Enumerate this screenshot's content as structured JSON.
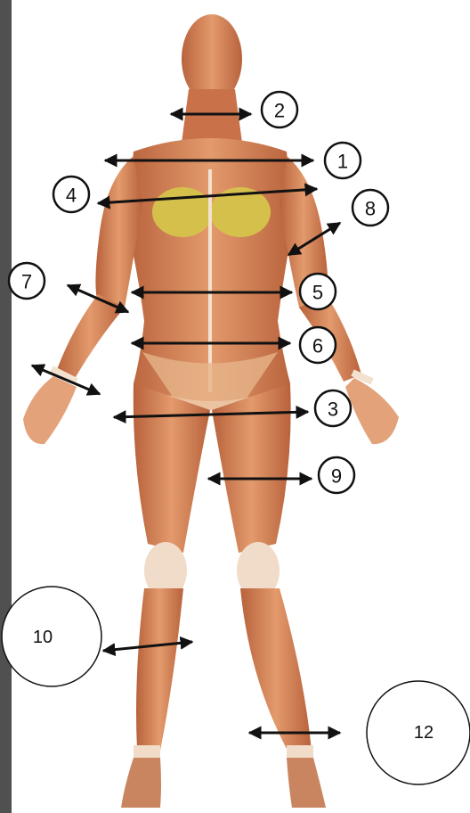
{
  "diagram": {
    "colors": {
      "skin": "#d98a5e",
      "skin_dark": "#b5603a",
      "tendon": "#f2e2cf",
      "chest": "#d8c34a",
      "arrow": "#111111",
      "edge_bar": "#505050"
    },
    "labels": {
      "l1": "1",
      "l2": "2",
      "l3": "3",
      "l4": "4",
      "l5": "5",
      "l6": "6",
      "l7": "7",
      "l8": "8",
      "l9": "9",
      "l10": "10",
      "l12": "12"
    }
  }
}
